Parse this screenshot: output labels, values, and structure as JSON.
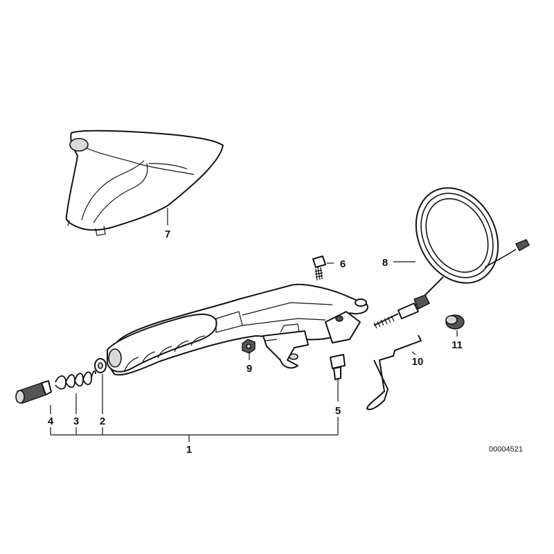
{
  "diagram": {
    "callouts": {
      "c1": "1",
      "c2": "2",
      "c3": "3",
      "c4": "4",
      "c5": "5",
      "c6": "6",
      "c7": "7",
      "c8": "8",
      "c9": "9",
      "c10": "10",
      "c11": "11"
    },
    "reference_number": "00004521"
  }
}
